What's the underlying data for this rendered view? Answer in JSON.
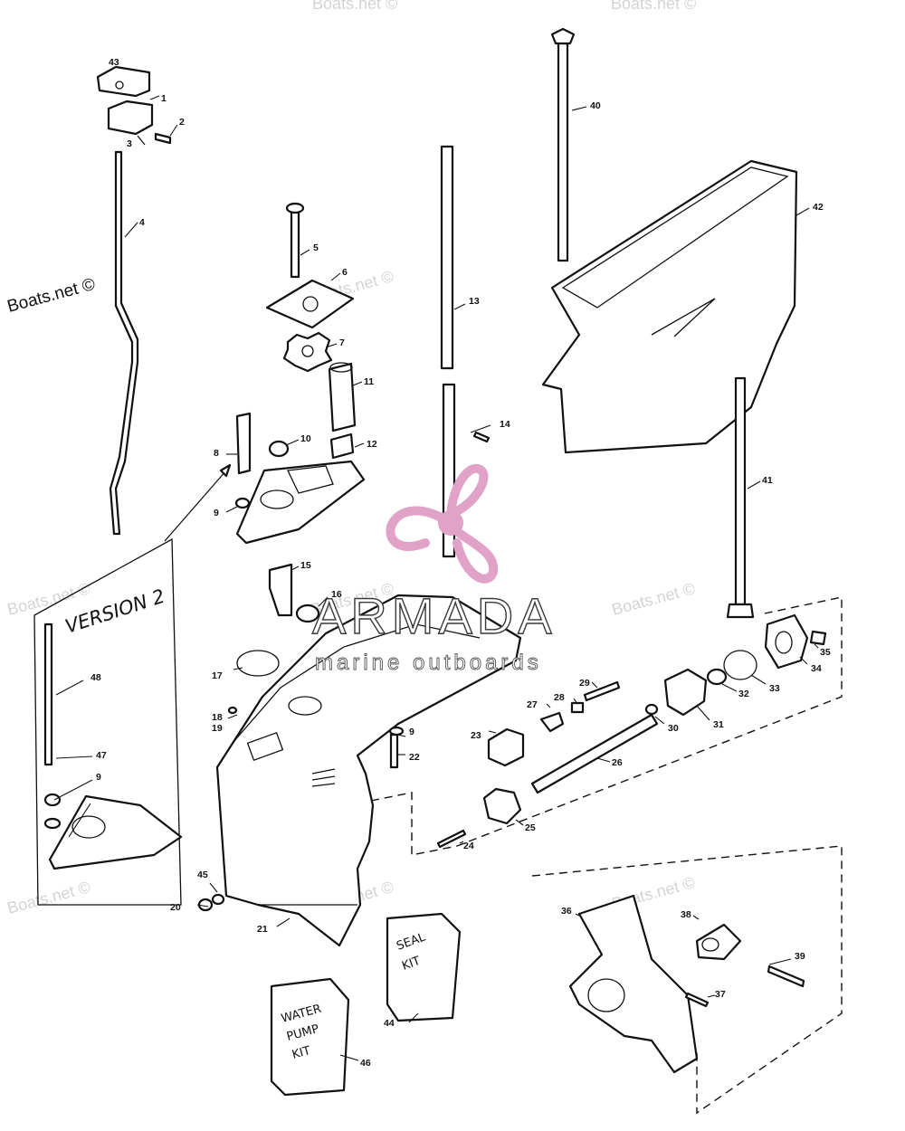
{
  "watermarks": {
    "main": "Boats.net ©",
    "faint": "Boats.net ©"
  },
  "brand": {
    "name": "ARMADA",
    "tagline": "marine outboards",
    "logo_color": "#e0a2c6"
  },
  "version_card": {
    "label": "VERSION 2"
  },
  "kits": {
    "seal": [
      "SEAL",
      "KIT"
    ],
    "water_pump": [
      "WATER",
      "PUMP",
      "KIT"
    ]
  },
  "callouts": {
    "n1": "1",
    "n2": "2",
    "n3": "3",
    "n4": "4",
    "n5": "5",
    "n6": "6",
    "n7": "7",
    "n8": "8",
    "n9a": "9",
    "n9b": "9",
    "n9c": "9",
    "n10": "10",
    "n11": "11",
    "n12": "12",
    "n13": "13",
    "n14": "14",
    "n15": "15",
    "n16": "16",
    "n17": "17",
    "n18": "18",
    "n19": "19",
    "n20": "20",
    "n21": "21",
    "n22": "22",
    "n23": "23",
    "n24": "24",
    "n25": "25",
    "n26": "26",
    "n27": "27",
    "n28": "28",
    "n29": "29",
    "n30": "30",
    "n31": "31",
    "n32": "32",
    "n33": "33",
    "n34": "34",
    "n35": "35",
    "n36": "36",
    "n37": "37",
    "n38": "38",
    "n39": "39",
    "n40": "40",
    "n41": "41",
    "n42": "42",
    "n43": "43",
    "n44": "44",
    "n45": "45",
    "n46": "46",
    "n47": "47",
    "n48": "48"
  }
}
